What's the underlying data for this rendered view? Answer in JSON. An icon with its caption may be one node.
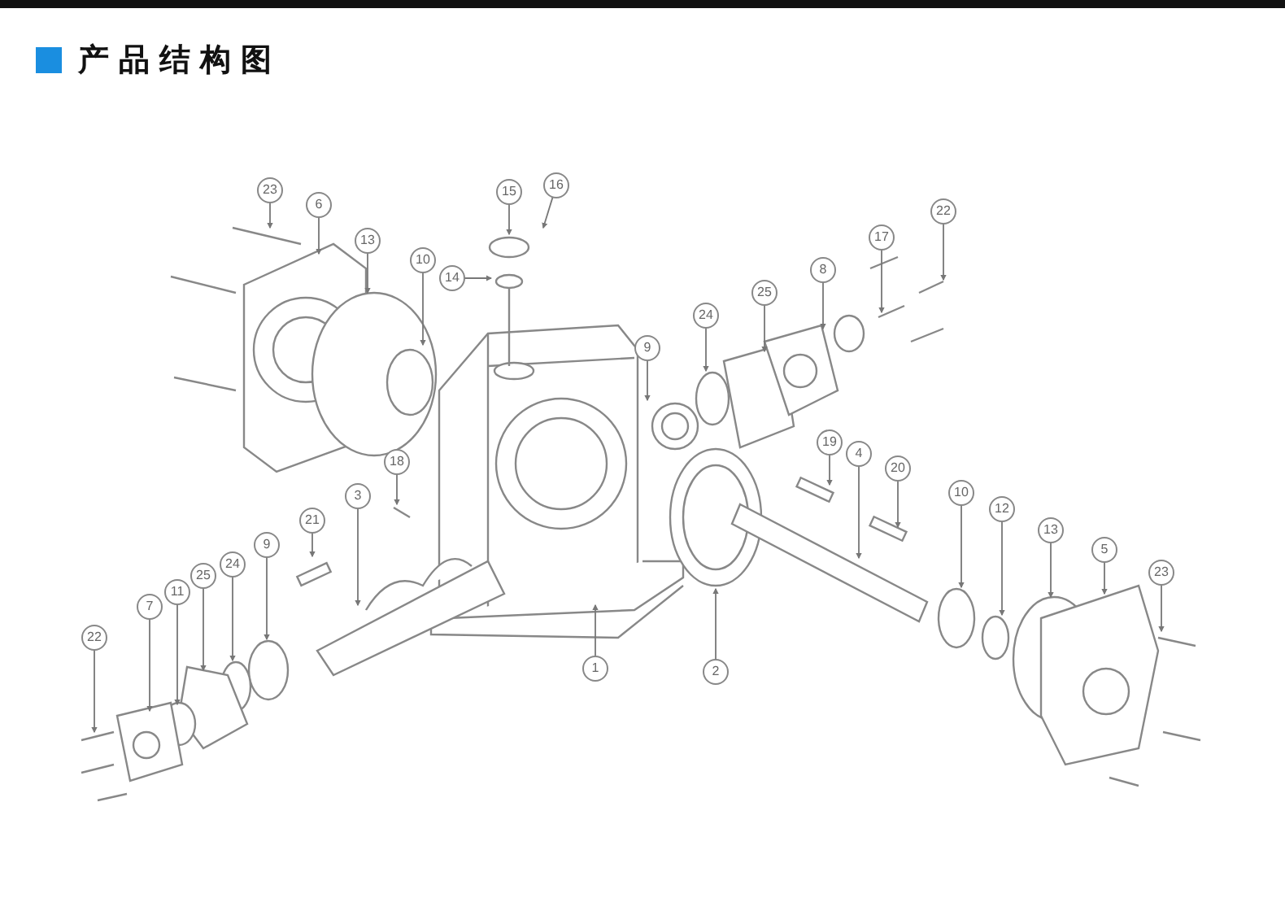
{
  "diagram": {
    "title": "产品结构图",
    "nodes": [
      {
        "text": [
          "23"
        ]
      },
      {
        "text": [
          "6"
        ]
      },
      {
        "text": [
          "13"
        ]
      },
      {
        "text": [
          "10"
        ]
      },
      {
        "text": [
          "15"
        ]
      },
      {
        "text": [
          "16"
        ]
      },
      {
        "text": [
          "14"
        ]
      },
      {
        "text": [
          "9"
        ]
      },
      {
        "text": [
          "24"
        ]
      },
      {
        "text": [
          "25"
        ]
      },
      {
        "text": [
          "8"
        ]
      },
      {
        "text": [
          "17"
        ]
      },
      {
        "text": [
          "22"
        ]
      },
      {
        "text": [
          "18"
        ]
      },
      {
        "text": [
          "21"
        ]
      },
      {
        "text": [
          "3"
        ]
      },
      {
        "text": [
          "9"
        ]
      },
      {
        "text": [
          "24"
        ]
      },
      {
        "text": [
          "25"
        ]
      },
      {
        "text": [
          "11"
        ]
      },
      {
        "text": [
          "7"
        ]
      },
      {
        "text": [
          "22"
        ]
      },
      {
        "text": [
          "19"
        ]
      },
      {
        "text": [
          "4"
        ]
      },
      {
        "text": [
          "20"
        ]
      },
      {
        "text": [
          "10"
        ]
      },
      {
        "text": [
          "12"
        ]
      },
      {
        "text": [
          "13"
        ]
      },
      {
        "text": [
          "5"
        ]
      },
      {
        "text": [
          "23"
        ]
      },
      {
        "text": [
          "1"
        ]
      },
      {
        "text": [
          "2"
        ]
      }
    ],
    "edges": [
      {
        "from": 0,
        "to": null,
        "arrow": "to"
      },
      {
        "from": 1,
        "to": null,
        "arrow": "to"
      },
      {
        "from": 2,
        "to": null,
        "arrow": "to"
      },
      {
        "from": 3,
        "to": null,
        "arrow": "to"
      },
      {
        "from": 4,
        "to": null,
        "arrow": "to"
      },
      {
        "from": 5,
        "to": null,
        "arrow": "to"
      },
      {
        "from": 6,
        "to": null,
        "arrow": "to"
      },
      {
        "from": 7,
        "to": null,
        "arrow": "to"
      },
      {
        "from": 8,
        "to": null,
        "arrow": "to"
      },
      {
        "from": 9,
        "to": null,
        "arrow": "to"
      },
      {
        "from": 10,
        "to": null,
        "arrow": "to"
      },
      {
        "from": 11,
        "to": null,
        "arrow": "to"
      },
      {
        "from": 12,
        "to": null,
        "arrow": "to"
      },
      {
        "from": 13,
        "to": null,
        "arrow": "to"
      },
      {
        "from": 14,
        "to": null,
        "arrow": "to"
      },
      {
        "from": 15,
        "to": null,
        "arrow": "to"
      },
      {
        "from": 16,
        "to": null,
        "arrow": "to"
      },
      {
        "from": 17,
        "to": null,
        "arrow": "to"
      },
      {
        "from": 18,
        "to": null,
        "arrow": "to"
      },
      {
        "from": 19,
        "to": null,
        "arrow": "to"
      },
      {
        "from": 20,
        "to": null,
        "arrow": "to"
      },
      {
        "from": 21,
        "to": null,
        "arrow": "to"
      },
      {
        "from": 22,
        "to": null,
        "arrow": "to"
      },
      {
        "from": 23,
        "to": null,
        "arrow": "to"
      },
      {
        "from": 24,
        "to": null,
        "arrow": "to"
      },
      {
        "from": 25,
        "to": null,
        "arrow": "to"
      },
      {
        "from": 26,
        "to": null,
        "arrow": "to"
      },
      {
        "from": 27,
        "to": null,
        "arrow": "to"
      },
      {
        "from": 28,
        "to": null,
        "arrow": "to"
      },
      {
        "from": 29,
        "to": null,
        "arrow": "to"
      },
      {
        "from": 30,
        "to": null,
        "arrow": "to"
      },
      {
        "from": 31,
        "to": null,
        "arrow": "to"
      }
    ]
  }
}
